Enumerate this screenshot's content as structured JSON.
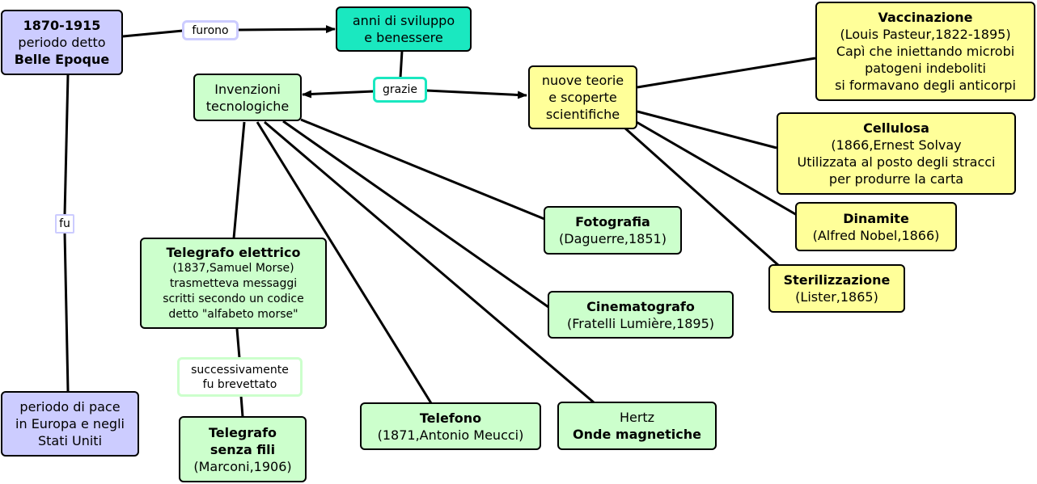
{
  "concepts": {
    "belle_epoque": {
      "line1": "1870-1915",
      "line2": "periodo detto",
      "line3": "Belle Epoque"
    },
    "anni_sviluppo": {
      "line1": "anni di sviluppo",
      "line2": "e benessere"
    },
    "invenzioni": {
      "line1": "Invenzioni",
      "line2": "tecnologiche"
    },
    "nuove_teorie": {
      "line1": "nuove teorie",
      "line2": "e scoperte",
      "line3": "scientifiche"
    },
    "vaccinazione": {
      "title": "Vaccinazione",
      "line1": "(Louis Pasteur,1822-1895)",
      "line2": "Capì che iniettando microbi",
      "line3": "patogeni indeboliti",
      "line4": "si formavano degli anticorpi"
    },
    "cellulosa": {
      "title": "Cellulosa",
      "line1": "(1866,Ernest Solvay",
      "line2": "Utilizzata al posto degli stracci",
      "line3": "per produrre la carta"
    },
    "dinamite": {
      "title": "Dinamite",
      "line1": "(Alfred Nobel,1866)"
    },
    "sterilizzazione": {
      "title": "Sterilizzazione",
      "line1": "(Lister,1865)"
    },
    "fotografia": {
      "title": "Fotografia",
      "line1": "(Daguerre,1851)"
    },
    "cinematografo": {
      "title": "Cinematografo",
      "line1": "(Fratelli Lumière,1895)"
    },
    "telegrafo_elettrico": {
      "title": "Telegrafo elettrico",
      "line1": "(1837,Samuel Morse)",
      "line2": "trasmetteva messaggi",
      "line3": "scritti secondo un codice",
      "line4": "detto \"alfabeto morse\""
    },
    "telegrafo_senza_fili": {
      "title1": "Telegrafo",
      "title2": "senza fili",
      "line1": "(Marconi,1906)"
    },
    "telefono": {
      "title": "Telefono",
      "line1": "(1871,Antonio Meucci)"
    },
    "onde": {
      "line1": "Hertz",
      "title": "Onde magnetiche"
    },
    "periodo_pace": {
      "line1": "periodo di pace",
      "line2": "in Europa e negli",
      "line3": "Stati Uniti"
    }
  },
  "links": {
    "furono": "furono",
    "fu": "fu",
    "grazie": "grazie",
    "successivamente": {
      "line1": "successivamente",
      "line2": "fu brevettato"
    }
  },
  "colors": {
    "period": "#ccccff",
    "development": "#1ae8c0",
    "inventions": "#ccffcc",
    "science": "#ffff99"
  }
}
